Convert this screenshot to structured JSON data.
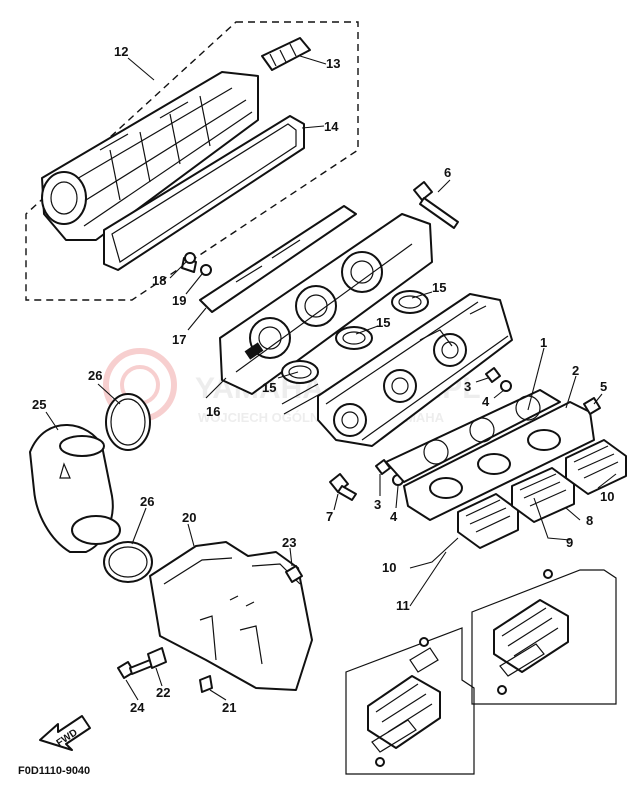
{
  "diagram_code": "F0D1110-9040",
  "fwd_label": "FWD",
  "watermark": {
    "line1": "YAMAHA-ARTEL.PL",
    "line2": "WOJCIECH OGÓLNY DEALER YAMAHA",
    "brand_color": "#e84c4c"
  },
  "callouts": {
    "c1": "1",
    "c2": "2",
    "c3a": "3",
    "c3b": "3",
    "c4a": "4",
    "c4b": "4",
    "c5": "5",
    "c6": "6",
    "c7": "7",
    "c8": "8",
    "c9": "9",
    "c10a": "10",
    "c10b": "10",
    "c11": "11",
    "c12": "12",
    "c13": "13",
    "c14": "14",
    "c15a": "15",
    "c15b": "15",
    "c15c": "15",
    "c16": "16",
    "c17": "17",
    "c18": "18",
    "c19": "19",
    "c20": "20",
    "c21": "21",
    "c22": "22",
    "c23": "23",
    "c24": "24",
    "c25": "25",
    "c26a": "26",
    "c26b": "26"
  }
}
